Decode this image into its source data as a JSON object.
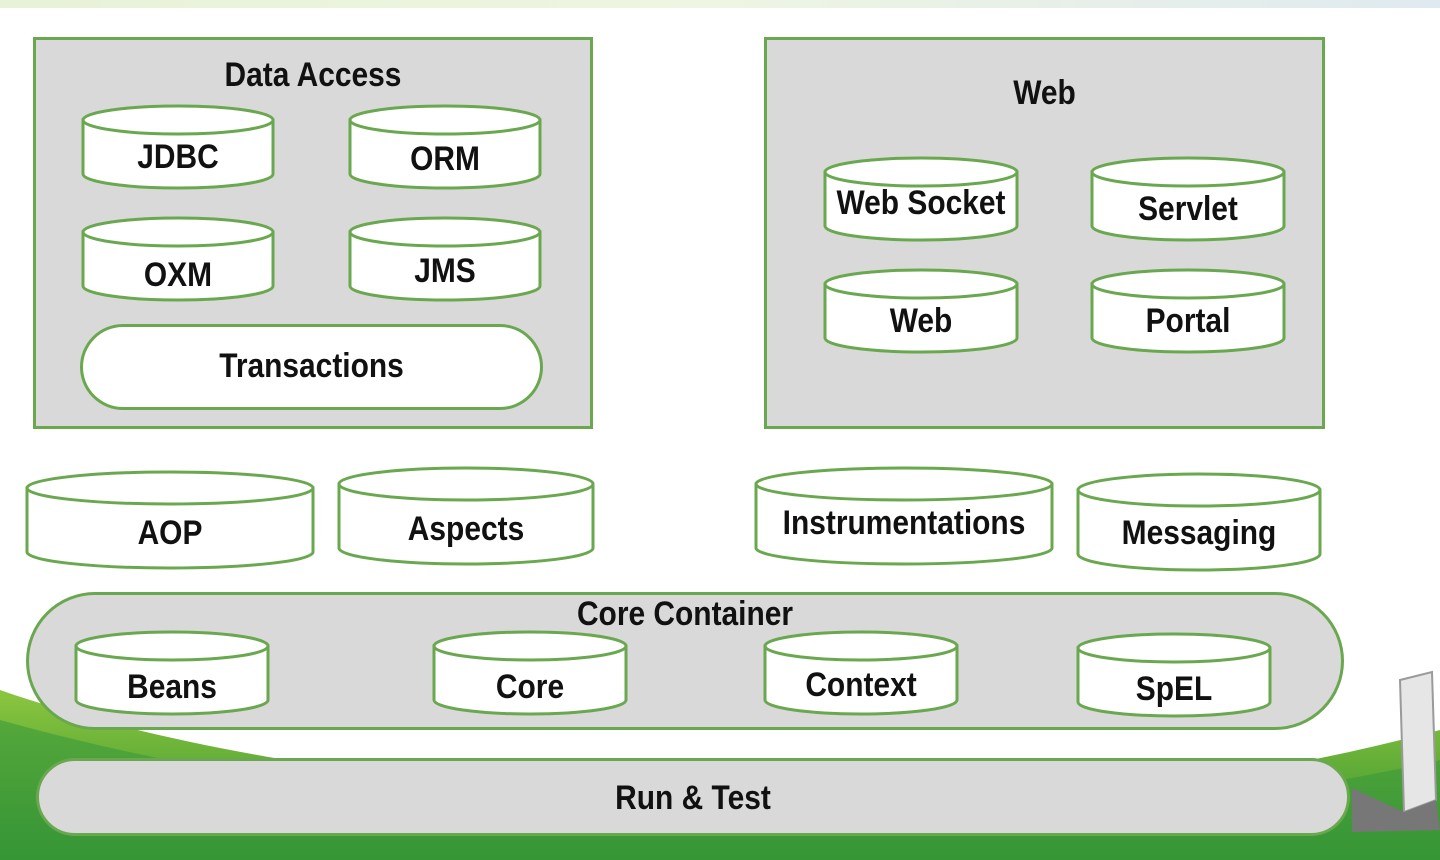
{
  "colors": {
    "accent": "#6aa84f",
    "panel": "#d9d9d9",
    "cylinder": "#ffffff",
    "text": "#111111"
  },
  "data_access": {
    "title": "Data Access",
    "items": [
      "JDBC",
      "ORM",
      "OXM",
      "JMS"
    ],
    "transactions": "Transactions"
  },
  "web": {
    "title": "Web",
    "items": [
      "Web Socket",
      "Servlet",
      "Web",
      "Portal"
    ]
  },
  "middle": [
    "AOP",
    "Aspects",
    "Instrumentations",
    "Messaging"
  ],
  "core_container": {
    "title": "Core Container",
    "items": [
      "Beans",
      "Core",
      "Context",
      "SpEL"
    ]
  },
  "run_test": "Run & Test"
}
